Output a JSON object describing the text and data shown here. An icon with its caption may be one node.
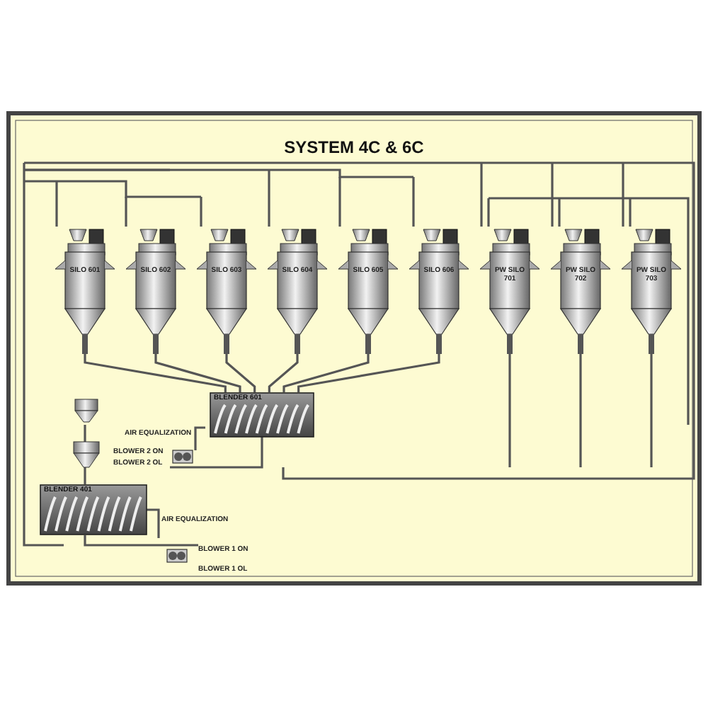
{
  "diagram": {
    "title": "SYSTEM 4C & 6C",
    "nodes": [
      {
        "text": [
          "SILO 601"
        ]
      },
      {
        "text": [
          "SILO 602"
        ]
      },
      {
        "text": [
          "SILO 603"
        ]
      },
      {
        "text": [
          "SILO 604"
        ]
      },
      {
        "text": [
          "SILO 605"
        ]
      },
      {
        "text": [
          "SILO 606"
        ]
      },
      {
        "text": [
          "PW SILO 701"
        ]
      },
      {
        "text": [
          "PW SILO 702"
        ]
      },
      {
        "text": [
          "PW SILO 703"
        ]
      },
      {
        "text": [
          "BLENDER 601"
        ]
      },
      {
        "text": [
          "BLENDER 401"
        ]
      }
    ],
    "edges": [
      {
        "from": 0,
        "to": 9,
        "arrow": "none"
      },
      {
        "from": 1,
        "to": 9,
        "arrow": "none"
      },
      {
        "from": 2,
        "to": 9,
        "arrow": "none"
      },
      {
        "from": 3,
        "to": 9,
        "arrow": "none"
      },
      {
        "from": 4,
        "to": 9,
        "arrow": "none"
      },
      {
        "from": 5,
        "to": 9,
        "arrow": "none"
      },
      {
        "from": null,
        "to": 0,
        "arrow": "none"
      },
      {
        "from": null,
        "to": 1,
        "arrow": "none"
      },
      {
        "from": null,
        "to": 2,
        "arrow": "none"
      },
      {
        "from": null,
        "to": 3,
        "arrow": "none"
      },
      {
        "from": null,
        "to": 4,
        "arrow": "none"
      },
      {
        "from": null,
        "to": 5,
        "arrow": "none"
      },
      {
        "from": null,
        "to": 6,
        "arrow": "none"
      },
      {
        "from": null,
        "to": 6,
        "arrow": "none"
      },
      {
        "from": null,
        "to": 7,
        "arrow": "none"
      },
      {
        "from": null,
        "to": 7,
        "arrow": "none"
      },
      {
        "from": null,
        "to": 8,
        "arrow": "none"
      },
      {
        "from": null,
        "to": 8,
        "arrow": "none"
      },
      {
        "from": 6,
        "to": null,
        "arrow": "none"
      },
      {
        "from": 7,
        "to": null,
        "arrow": "none"
      },
      {
        "from": 8,
        "to": null,
        "arrow": "none"
      }
    ],
    "labels": [
      "AIR EQUALIZATION",
      "BLOWER 2 ON",
      "BLOWER 2 OL",
      "AIR EQUALIZATION",
      "BLOWER 1 ON",
      "BLOWER 1 OL"
    ]
  }
}
